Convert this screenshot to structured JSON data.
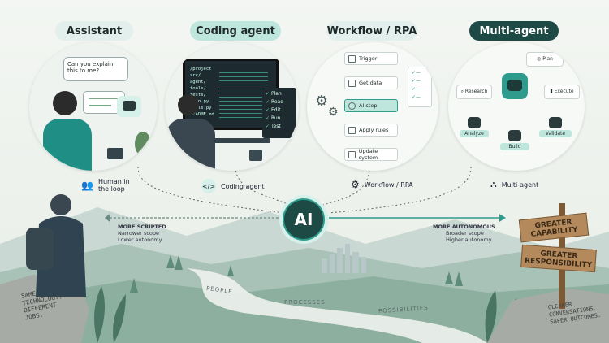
{
  "categories": [
    {
      "title": "Assistant",
      "label": "Human in the loop",
      "chat": "Can you explain this to me?"
    },
    {
      "title": "Coding agent",
      "label": "Coding agent",
      "files": [
        "/project",
        "src/",
        "agent/",
        "tools/",
        "tests/",
        "main.py",
        "utils.py",
        "README.md"
      ],
      "checklist": [
        "Plan",
        "Read",
        "Edit",
        "Run",
        "Test"
      ]
    },
    {
      "title": "Workflow / RPA",
      "label": "Workflow / RPA",
      "steps": [
        "Trigger",
        "Get data",
        "AI step",
        "Apply rules",
        "Update system"
      ]
    },
    {
      "title": "Multi-agent",
      "label": "Multi-agent",
      "agents": [
        "Plan",
        "Research",
        "Execute",
        "Analyze",
        "Build",
        "Validate"
      ]
    }
  ],
  "center": {
    "label": "AI"
  },
  "spectrum": {
    "left": {
      "title": "MORE SCRIPTED",
      "lines": [
        "Narrower scope",
        "Lower autonomy"
      ]
    },
    "right": {
      "title": "MORE AUTONOMOUS",
      "lines": [
        "Broader scope",
        "Higher autonomy"
      ]
    }
  },
  "signs": [
    "GREATER CAPABILITY",
    "GREATER RESPONSIBILITY"
  ],
  "path_words": [
    "PEOPLE",
    "PROCESSES",
    "POSSIBILITIES"
  ],
  "rocks": {
    "left": "SAME TECHNOLOGY. DIFFERENT JOBS.",
    "right": "CLEARER CONVERSATIONS. SAFER OUTCOMES."
  },
  "colors": {
    "accent": "#2f9b8d",
    "dark": "#1e4a45",
    "pill_light": "#e3efec",
    "pill_mid": "#bfe6dc",
    "teal_soft": "#d6f0ea"
  }
}
